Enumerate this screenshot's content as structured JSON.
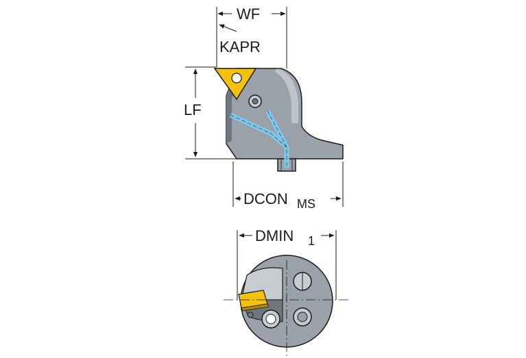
{
  "labels": {
    "wf": "WF",
    "kapr": "KAPR",
    "lf": "LF",
    "dcon": "DCON",
    "dcon_sub": "MS",
    "dmin": "DMIN",
    "dmin_sub": "1"
  },
  "colors": {
    "body": "#9aa1a8",
    "body_dark": "#6f767d",
    "body_light": "#c7ccd1",
    "insert": "#f4c20d",
    "insert_dark": "#b88d00",
    "coolant": "#7ec8ee",
    "line": "#1a1a1a"
  }
}
